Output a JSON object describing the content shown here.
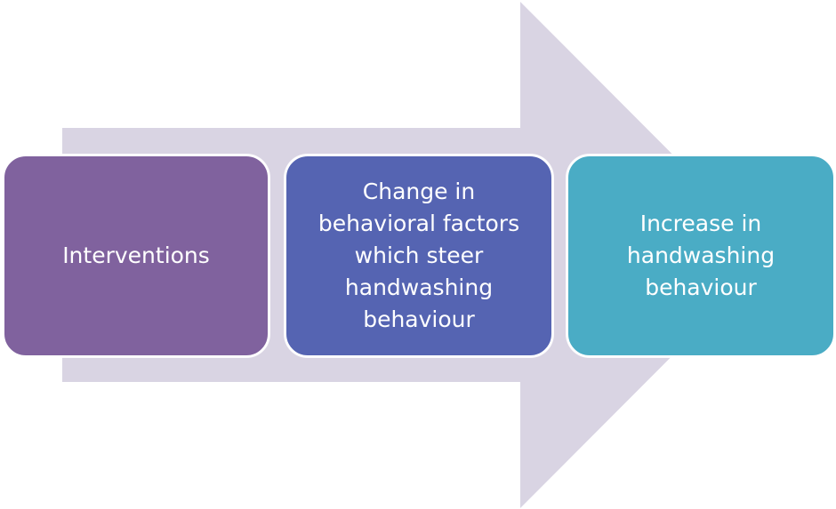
{
  "diagram": {
    "arrow_color": "#d9d4e3",
    "steps": [
      {
        "label": "Interventions",
        "color": "#80629e"
      },
      {
        "label": "Change in\nbehavioral factors\nwhich steer\nhandwashing\nbehaviour",
        "color": "#5564b2"
      },
      {
        "label": "Increase in\nhandwashing\nbehaviour",
        "color": "#4aacc5"
      }
    ]
  }
}
